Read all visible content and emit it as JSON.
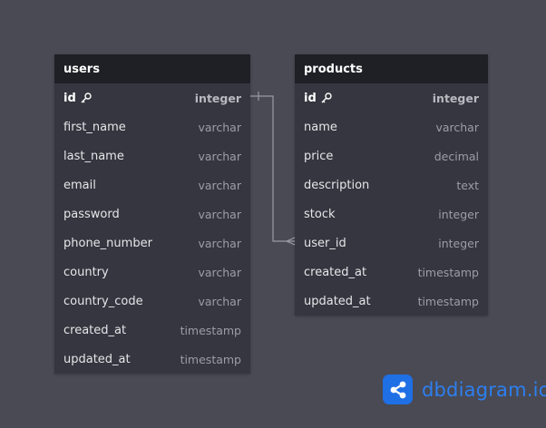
{
  "tables": [
    {
      "name": "users",
      "fields": [
        {
          "name": "id",
          "type": "integer",
          "pk": true
        },
        {
          "name": "first_name",
          "type": "varchar"
        },
        {
          "name": "last_name",
          "type": "varchar"
        },
        {
          "name": "email",
          "type": "varchar"
        },
        {
          "name": "password",
          "type": "varchar"
        },
        {
          "name": "phone_number",
          "type": "varchar"
        },
        {
          "name": "country",
          "type": "varchar"
        },
        {
          "name": "country_code",
          "type": "varchar"
        },
        {
          "name": "created_at",
          "type": "timestamp"
        },
        {
          "name": "updated_at",
          "type": "timestamp"
        }
      ]
    },
    {
      "name": "products",
      "fields": [
        {
          "name": "id",
          "type": "integer",
          "pk": true
        },
        {
          "name": "name",
          "type": "varchar"
        },
        {
          "name": "price",
          "type": "decimal"
        },
        {
          "name": "description",
          "type": "text"
        },
        {
          "name": "stock",
          "type": "integer"
        },
        {
          "name": "user_id",
          "type": "integer"
        },
        {
          "name": "created_at",
          "type": "timestamp"
        },
        {
          "name": "updated_at",
          "type": "timestamp"
        }
      ]
    }
  ],
  "relationship": {
    "from": "users.id",
    "to": "products.user_id",
    "type": "one-to-many"
  },
  "brand": {
    "name": "dbdiagram",
    "suffix": ".io"
  },
  "colors": {
    "background": "#494a54",
    "table_body": "#35363f",
    "table_header": "#1f2026",
    "brand_blue": "#2d7ff0"
  }
}
